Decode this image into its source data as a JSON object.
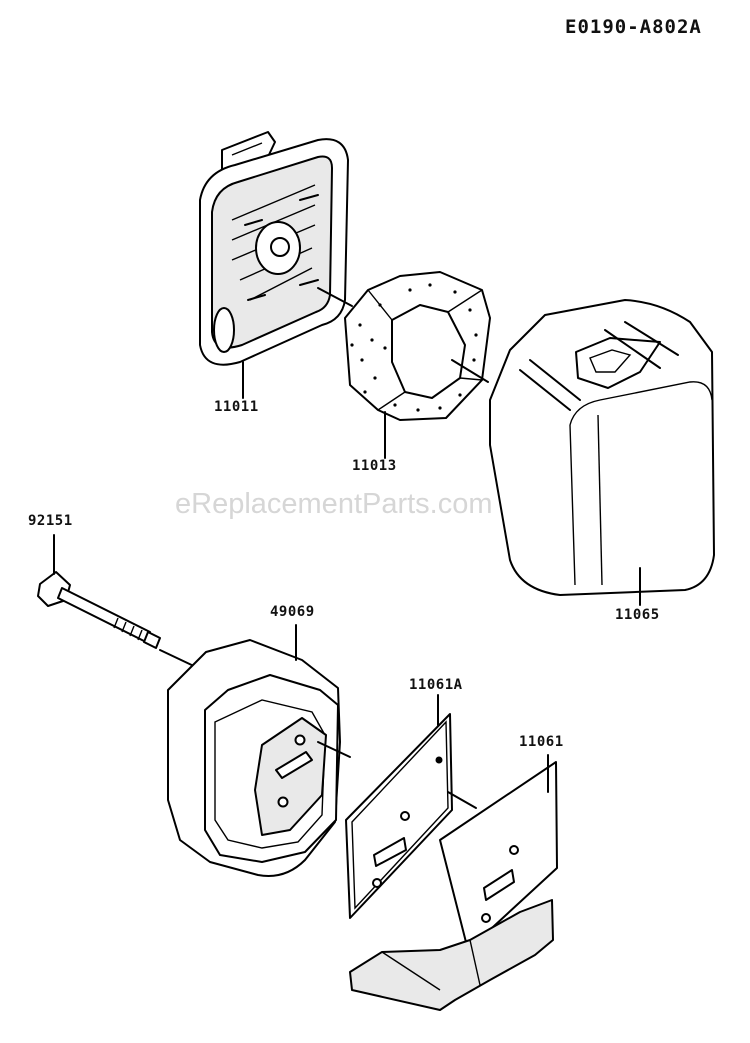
{
  "diagram_code": "E0190-A802A",
  "watermark": "eReplacementParts.com",
  "parts": [
    {
      "id": "part-11011",
      "number": "11011"
    },
    {
      "id": "part-11013",
      "number": "11013"
    },
    {
      "id": "part-11065",
      "number": "11065"
    },
    {
      "id": "part-92151",
      "number": "92151"
    },
    {
      "id": "part-49069",
      "number": "49069"
    },
    {
      "id": "part-11061a",
      "number": "11061A"
    },
    {
      "id": "part-11061",
      "number": "11061"
    }
  ]
}
